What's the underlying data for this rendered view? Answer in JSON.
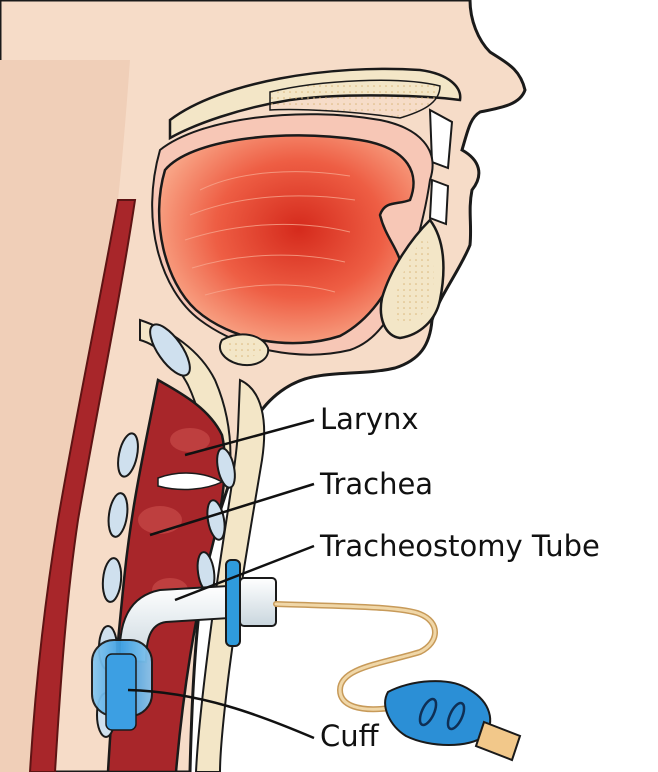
{
  "labels": {
    "larynx": "Larynx",
    "trachea": "Trachea",
    "tracheostomy_tube": "Tracheostomy Tube",
    "cuff": "Cuff"
  },
  "colors": {
    "skin": "#f6dcc8",
    "skin_outline": "#1a1a1a",
    "tongue": "#ef6a4e",
    "tongue_core": "#d8311f",
    "airway": "#a8262a",
    "bone": "#f3e6c7",
    "cartilage": "#cfe0ee",
    "tube": "#e8eef2",
    "flange": "#2f9bdc",
    "cuff": "#46a8e6",
    "pilot_line": "#f0d7a8",
    "pilot_balloon": "#2b8fd6",
    "connector": "#f2c88a"
  },
  "icons": [
    "neck-anatomy-illustration"
  ]
}
